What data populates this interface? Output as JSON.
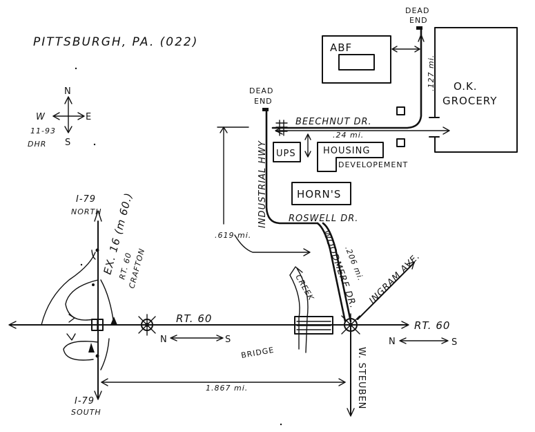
{
  "title": "PITTSBURGH, PA. (022)",
  "compass": {
    "n": "N",
    "s": "S",
    "e": "E",
    "w": "W",
    "date": "11-93",
    "initials": "DHR"
  },
  "labels": {
    "dead_end": "DEAD",
    "dead_end_2": "END",
    "abf": "ABF",
    "ok_1": "O.K.",
    "ok_2": "GROCERY",
    "beechnut": "BEECHNUT DR.",
    "industrial": "INDUSTRIAL HWY",
    "ups": "UPS",
    "housing_1": "HOUSING",
    "housing_2": "DEVELOPEMENT",
    "horns": "HORN'S",
    "roswell": "ROSWELL DR.",
    "woodmere": "WOODMERE DR.",
    "creek": "CREEK",
    "ingram": "INGRAM AVE.",
    "rt60": "RT. 60",
    "rt60_2": "RT. 60",
    "bridge": "BRIDGE",
    "steuben": "W. STEUBEN",
    "i79n_1": "I-79",
    "i79n_2": "NORTH",
    "i79s_1": "I-79",
    "i79s_2": "SOUTH",
    "exit_1": "EX. 16 (m 60.)",
    "exit_2": "RT. 60",
    "exit_3": "CRAFTON",
    "n1": "N",
    "s1": "S",
    "n2": "N",
    "s2": "S"
  },
  "distances": {
    "d127": ".127 mi.",
    "d24": ".24 mi.",
    "d619": ".619 mi.",
    "d206": ".206 mi.",
    "d1867": "1.867 mi."
  }
}
